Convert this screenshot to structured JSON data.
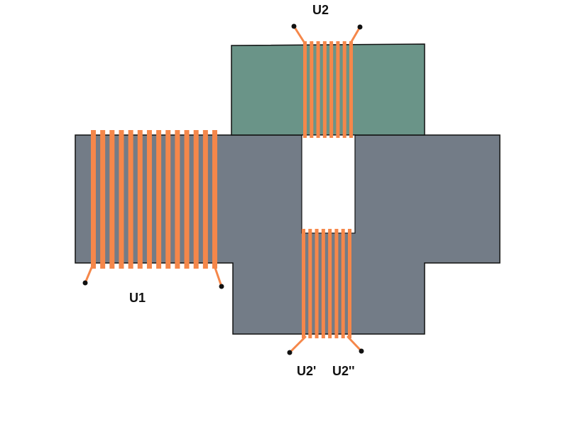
{
  "labels": {
    "top_coil": "U2",
    "left_coil": "U1",
    "bottom_coil_left_lead": "U2'",
    "bottom_coil_right_lead": "U2''"
  },
  "colors": {
    "main_core": "#737c87",
    "top_core": "#6a9488",
    "window": "#ffffff",
    "winding": "#f5874a",
    "lead_dot": "#111111",
    "outline": "#111111"
  },
  "windings": {
    "left_coil_turns": 14,
    "top_coil_turns": 8,
    "bottom_coil_turns": 8
  }
}
